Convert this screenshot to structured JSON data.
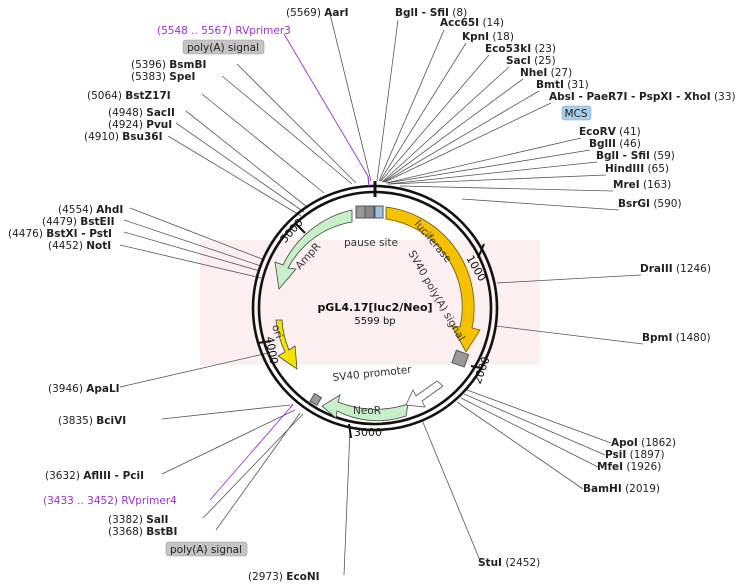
{
  "plasmid": {
    "name": "pGL4.17[luc2/Neo]",
    "length": "5599 bp"
  },
  "ticks": [
    "1000",
    "2000",
    "3000",
    "4000",
    "5000"
  ],
  "sites": [
    {
      "pos": "(5569)",
      "enzyme": "AarI"
    },
    {
      "pos": "(8)",
      "enzyme": "BglI - SfiI"
    },
    {
      "pos": "(14)",
      "enzyme": "Acc65I"
    },
    {
      "pos": "(18)",
      "enzyme": "KpnI"
    },
    {
      "pos": "(23)",
      "enzyme": "Eco53kI"
    },
    {
      "pos": "(25)",
      "enzyme": "SacI"
    },
    {
      "pos": "(27)",
      "enzyme": "NheI"
    },
    {
      "pos": "(31)",
      "enzyme": "BmtI"
    },
    {
      "pos": "(33)",
      "enzyme": "AbsI - PaeR7I - PspXI - XhoI"
    },
    {
      "pos": "(41)",
      "enzyme": "EcoRV"
    },
    {
      "pos": "(46)",
      "enzyme": "BglII"
    },
    {
      "pos": "(59)",
      "enzyme": "BglI - SfiI"
    },
    {
      "pos": "(65)",
      "enzyme": "HindIII"
    },
    {
      "pos": "(163)",
      "enzyme": "MreI"
    },
    {
      "pos": "(590)",
      "enzyme": "BsrGI"
    },
    {
      "pos": "(1246)",
      "enzyme": "DraIII"
    },
    {
      "pos": "(1480)",
      "enzyme": "BpmI"
    },
    {
      "pos": "(1862)",
      "enzyme": "ApoI"
    },
    {
      "pos": "(1897)",
      "enzyme": "PsiI"
    },
    {
      "pos": "(1926)",
      "enzyme": "MfeI"
    },
    {
      "pos": "(2019)",
      "enzyme": "BamHI"
    },
    {
      "pos": "(2452)",
      "enzyme": "StuI"
    },
    {
      "pos": "(2973)",
      "enzyme": "EcoNI"
    },
    {
      "pos": "(3368)",
      "enzyme": "BstBI"
    },
    {
      "pos": "(3382)",
      "enzyme": "SalI"
    },
    {
      "pos": "(3632)",
      "enzyme": "AflIII - PciI"
    },
    {
      "pos": "(3835)",
      "enzyme": "BciVI"
    },
    {
      "pos": "(3946)",
      "enzyme": "ApaLI"
    },
    {
      "pos": "(4452)",
      "enzyme": "NotI"
    },
    {
      "pos": "(4476)",
      "enzyme": "BstXI - PstI"
    },
    {
      "pos": "(4479)",
      "enzyme": "BstEII"
    },
    {
      "pos": "(4554)",
      "enzyme": "AhdI"
    },
    {
      "pos": "(4910)",
      "enzyme": "Bsu36I"
    },
    {
      "pos": "(4924)",
      "enzyme": "PvuI"
    },
    {
      "pos": "(4948)",
      "enzyme": "SacII"
    },
    {
      "pos": "(5064)",
      "enzyme": "BstZ17I"
    },
    {
      "pos": "(5383)",
      "enzyme": "SpeI"
    },
    {
      "pos": "(5396)",
      "enzyme": "BsmBI"
    }
  ],
  "primers": [
    {
      "range": "(5548 .. 5567)",
      "name": "RVprimer3"
    },
    {
      "range": "(3433 .. 3452)",
      "name": "RVprimer4"
    }
  ],
  "boxes": {
    "polya_top": "poly(A) signal",
    "mcs": "MCS",
    "polya_bottom": "poly(A) signal"
  },
  "features": {
    "ampr": "AmpR",
    "pause": "pause site",
    "luciferase": "luciferase",
    "sv40pa": "SV40 poly(A) signal",
    "ori": "ori",
    "sv40prom": "SV40 promoter",
    "neor": "NeoR"
  },
  "colors": {
    "luciferase": "#f5c200",
    "ori": "#f5e200",
    "ampr": "#c8f0c8",
    "neor": "#c8f0c8",
    "primer": "#9a30d0",
    "box_gray": "#c4c4c4",
    "mcs": "#aacde8"
  }
}
